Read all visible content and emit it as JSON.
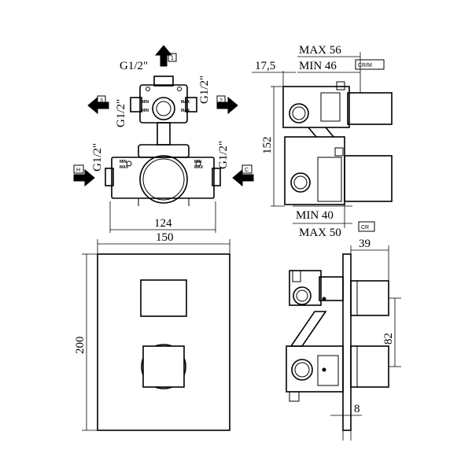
{
  "labels": {
    "thread": "G1/2\"",
    "outlet_1": "1",
    "outlet_2": "2",
    "outlet_3": "3",
    "inlet_hot": "H",
    "inlet_cold": "C",
    "min": "MIN",
    "max": "MAX",
    "finish_top": "CR/M",
    "finish_bottom": "CR"
  },
  "dimensions": {
    "valve_width": "124",
    "plate_width": "150",
    "plate_height": "200",
    "offset": "17,5",
    "max_depth_top": "MAX 56",
    "min_depth_top": "MIN 46",
    "body_height": "152",
    "min_depth_bottom": "MIN 40",
    "max_depth_bottom": "MAX 50",
    "handle_depth": "39",
    "handle_spacing": "82",
    "plate_thickness": "8"
  }
}
